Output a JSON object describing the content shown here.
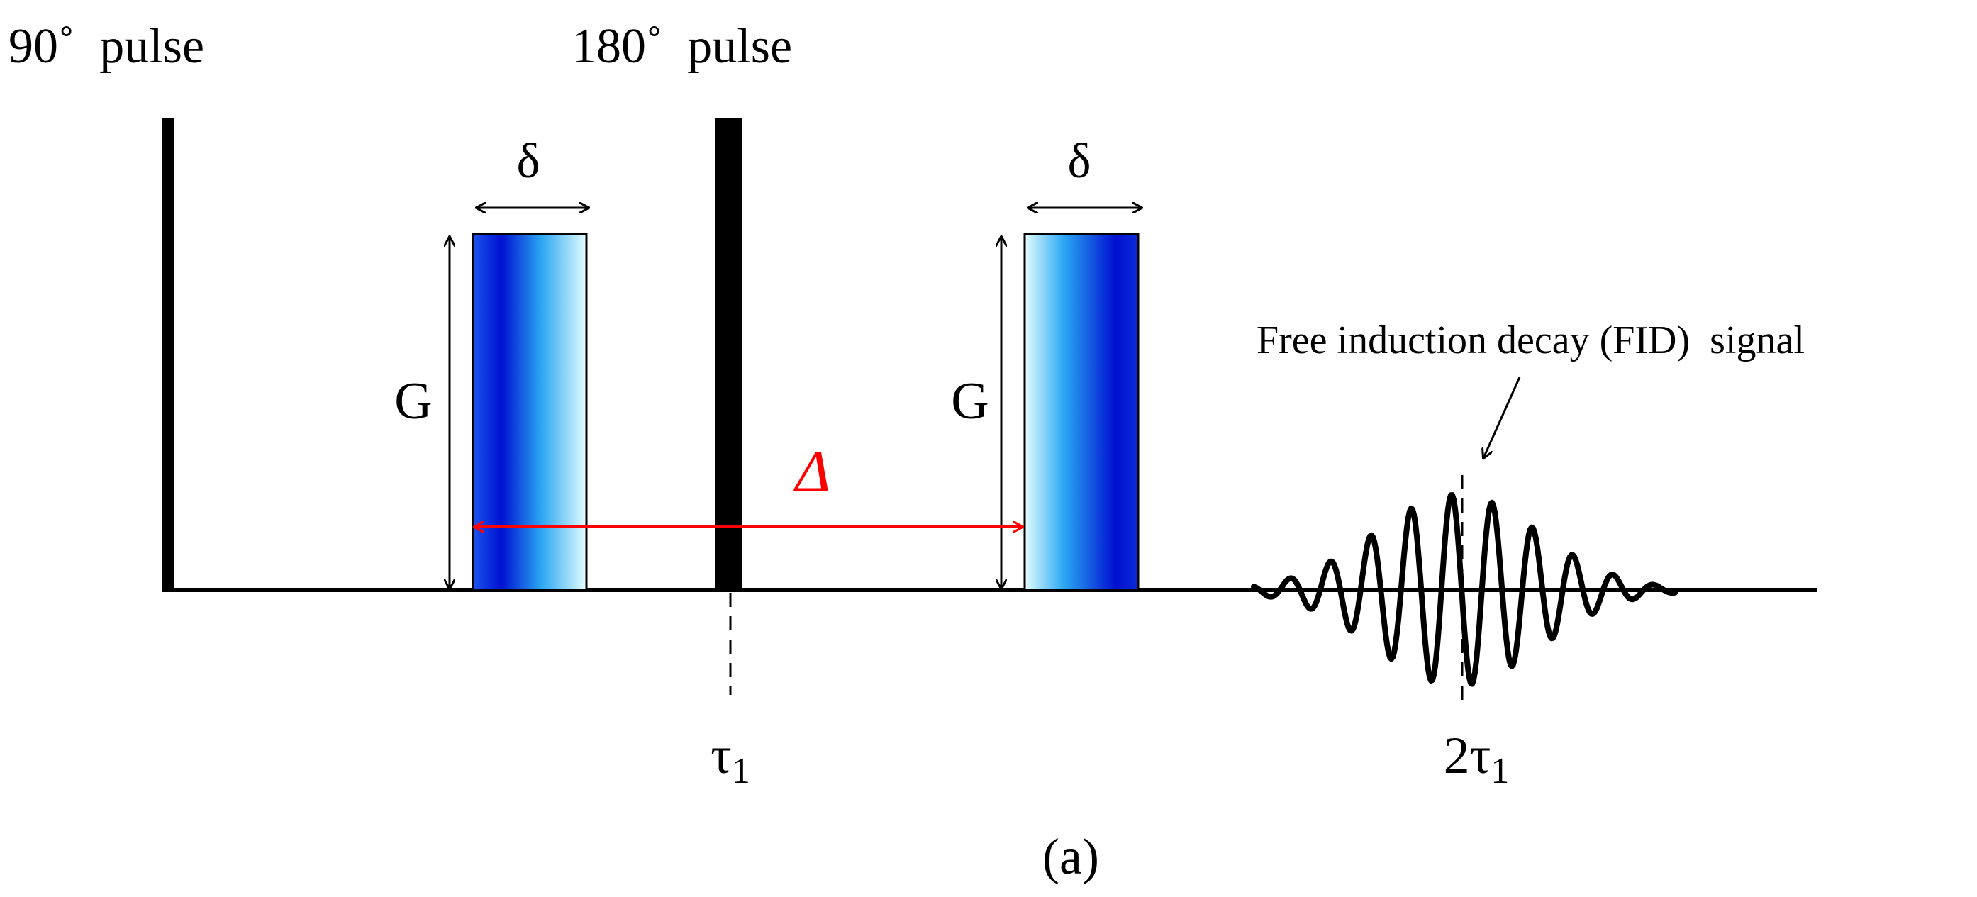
{
  "labels": {
    "pulse90": "90˚  pulse",
    "pulse180": "180˚  pulse",
    "delta_left": "δ",
    "delta_right": "δ",
    "g_left": "G",
    "g_right": "G",
    "big_delta": "Δ",
    "tau1_base": "τ",
    "tau1_sub": "1",
    "two_tau1_base": "2τ",
    "two_tau1_sub": "1",
    "fid": "Free induction decay (FID)  signal",
    "panel": "(a)"
  },
  "colors": {
    "line": "#000000",
    "delta_arrow": "#ff0000",
    "gradient_dark": "#0014d9",
    "gradient_mid": "#1e8cf0",
    "gradient_light": "#d8fbff"
  }
}
